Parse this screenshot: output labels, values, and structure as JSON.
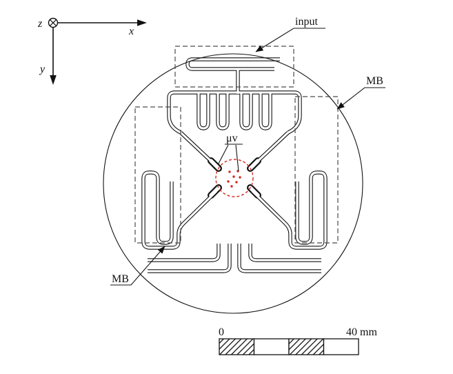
{
  "figure": {
    "axis_labels": {
      "z": "z",
      "x": "x",
      "y": "y"
    },
    "annotations": {
      "input": "input",
      "mb_right": "MB",
      "mb_left": "MB",
      "center": "μv"
    },
    "scale_bar": {
      "zero": "0",
      "max": "40 mm"
    },
    "colors": {
      "line": "#111111",
      "region_dash": "#4a4a4a",
      "highlight": "#d42a1e"
    }
  }
}
